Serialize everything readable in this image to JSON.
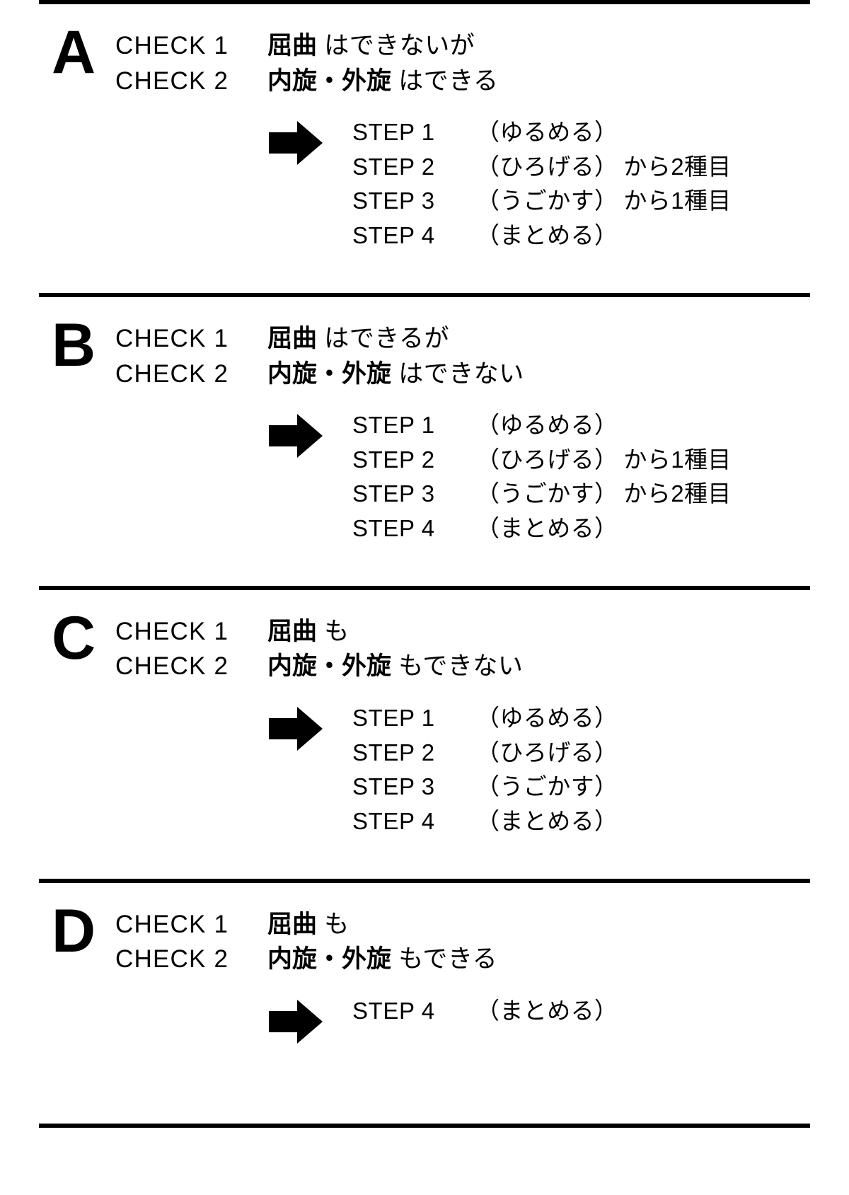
{
  "document": {
    "kind": "decision-flow-chart",
    "ink_color": "#000000",
    "background_color": "#ffffff"
  },
  "icons": {
    "arrow": "right-arrow-icon"
  },
  "sections": [
    {
      "letter": "A",
      "checks": [
        {
          "label": "CHECK 1",
          "term": "屈曲",
          "tail": " はできないが"
        },
        {
          "label": "CHECK 2",
          "term": "内旋・外旋",
          "tail": " はできる"
        }
      ],
      "steps": [
        {
          "label": "STEP 1",
          "action": "（ゆるめる）",
          "note": ""
        },
        {
          "label": "STEP 2",
          "action": "（ひろげる）",
          "note": "から2種目"
        },
        {
          "label": "STEP 3",
          "action": "（うごかす）",
          "note": "から1種目"
        },
        {
          "label": "STEP 4",
          "action": "（まとめる）",
          "note": ""
        }
      ]
    },
    {
      "letter": "B",
      "checks": [
        {
          "label": "CHECK 1",
          "term": "屈曲",
          "tail": " はできるが"
        },
        {
          "label": "CHECK 2",
          "term": "内旋・外旋",
          "tail": " はできない"
        }
      ],
      "steps": [
        {
          "label": "STEP 1",
          "action": "（ゆるめる）",
          "note": ""
        },
        {
          "label": "STEP 2",
          "action": "（ひろげる）",
          "note": "から1種目"
        },
        {
          "label": "STEP 3",
          "action": "（うごかす）",
          "note": "から2種目"
        },
        {
          "label": "STEP 4",
          "action": "（まとめる）",
          "note": ""
        }
      ]
    },
    {
      "letter": "C",
      "checks": [
        {
          "label": "CHECK 1",
          "term": "屈曲",
          "tail": " も"
        },
        {
          "label": "CHECK 2",
          "term": "内旋・外旋",
          "tail": " もできない"
        }
      ],
      "steps": [
        {
          "label": "STEP 1",
          "action": "（ゆるめる）",
          "note": ""
        },
        {
          "label": "STEP 2",
          "action": "（ひろげる）",
          "note": ""
        },
        {
          "label": "STEP 3",
          "action": "（うごかす）",
          "note": ""
        },
        {
          "label": "STEP 4",
          "action": "（まとめる）",
          "note": ""
        }
      ]
    },
    {
      "letter": "D",
      "checks": [
        {
          "label": "CHECK 1",
          "term": "屈曲",
          "tail": " も"
        },
        {
          "label": "CHECK 2",
          "term": "内旋・外旋",
          "tail": " もできる"
        }
      ],
      "steps": [
        {
          "label": "STEP 4",
          "action": "（まとめる）",
          "note": ""
        }
      ]
    }
  ]
}
